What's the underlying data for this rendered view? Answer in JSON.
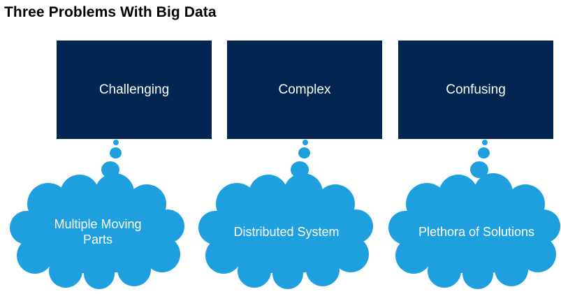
{
  "title": "Three Problems With Big Data",
  "colors": {
    "box_fill": "#002651",
    "box_text": "#ffffff",
    "cloud_fill": "#1fa0de",
    "title_text": "#000000"
  },
  "problems": [
    {
      "label": "Challenging",
      "cause": "Multiple Moving Parts"
    },
    {
      "label": "Complex",
      "cause": "Distributed System"
    },
    {
      "label": "Confusing",
      "cause": "Plethora of Solutions"
    }
  ]
}
